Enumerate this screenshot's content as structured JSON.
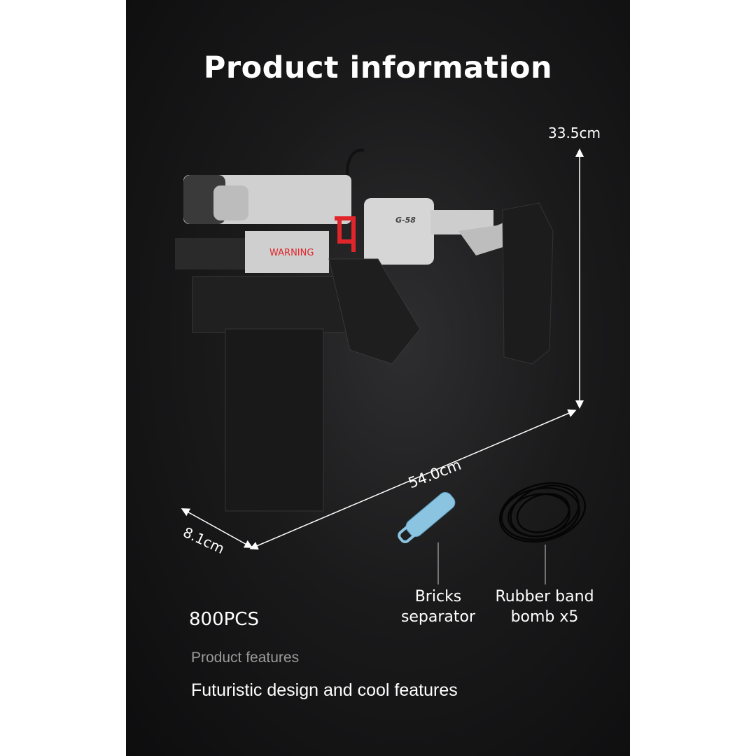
{
  "title": "Product information",
  "dimensions": {
    "height": "33.5cm",
    "length": "54.0cm",
    "width": "8.1cm"
  },
  "product_markings": {
    "warning": "WARNING",
    "model": "G-58"
  },
  "piece_count": "800PCS",
  "accessories": [
    {
      "line1": "Bricks",
      "line2": "separator"
    },
    {
      "line1": "Rubber band",
      "line2": "bomb x5"
    }
  ],
  "features_label": "Product features",
  "features_text": "Futuristic design and cool features",
  "colors": {
    "accent_red": "#e0262b",
    "separator_blue": "#8ac4e0"
  }
}
